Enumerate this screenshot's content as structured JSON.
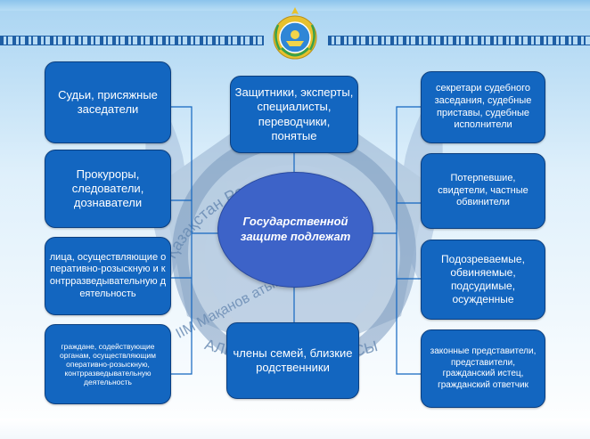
{
  "center": {
    "text": "Государственной защите подлежат"
  },
  "left_boxes": [
    {
      "text": "Судьи, присяжные заседатели"
    },
    {
      "text": "Прокуроры, следователи, дознаватели"
    },
    {
      "text": "лица, осуществляющие оперативно-розыскную и контрразведывательную деятельность"
    },
    {
      "text": "граждане, содействующие органам, осуществляющим оперативно-розыскную, контрразведывательную деятельность"
    }
  ],
  "middle_boxes": [
    {
      "text": "Защитники, эксперты, специалисты, переводчики, понятые"
    },
    {
      "text": "члены семей, близкие родственники"
    }
  ],
  "right_boxes": [
    {
      "text": "секретари судебного заседания, судебные приставы, судебные исполнители"
    },
    {
      "text": "Потерпевшие, свидетели, частные обвинители"
    },
    {
      "text": "Подозреваемые, обвиняемые, подсудимые, осужденные"
    },
    {
      "text": "законные представители, представители, гражданский истец, гражданский ответчик"
    }
  ],
  "watermark": {
    "text_line1": "Қазақстан Республикасы",
    "text_line2": "ІІМ Мақанов атындағы",
    "text_line3": "АЛМАТЫ АКАДЕМИЯСЫ"
  },
  "colors": {
    "box": "#1366c0",
    "center": "#3d63c8",
    "connector": "#1366c0",
    "background_top": "#a9d4f2"
  },
  "icons": [
    "emblem-icon",
    "academy-emblem-watermark"
  ]
}
